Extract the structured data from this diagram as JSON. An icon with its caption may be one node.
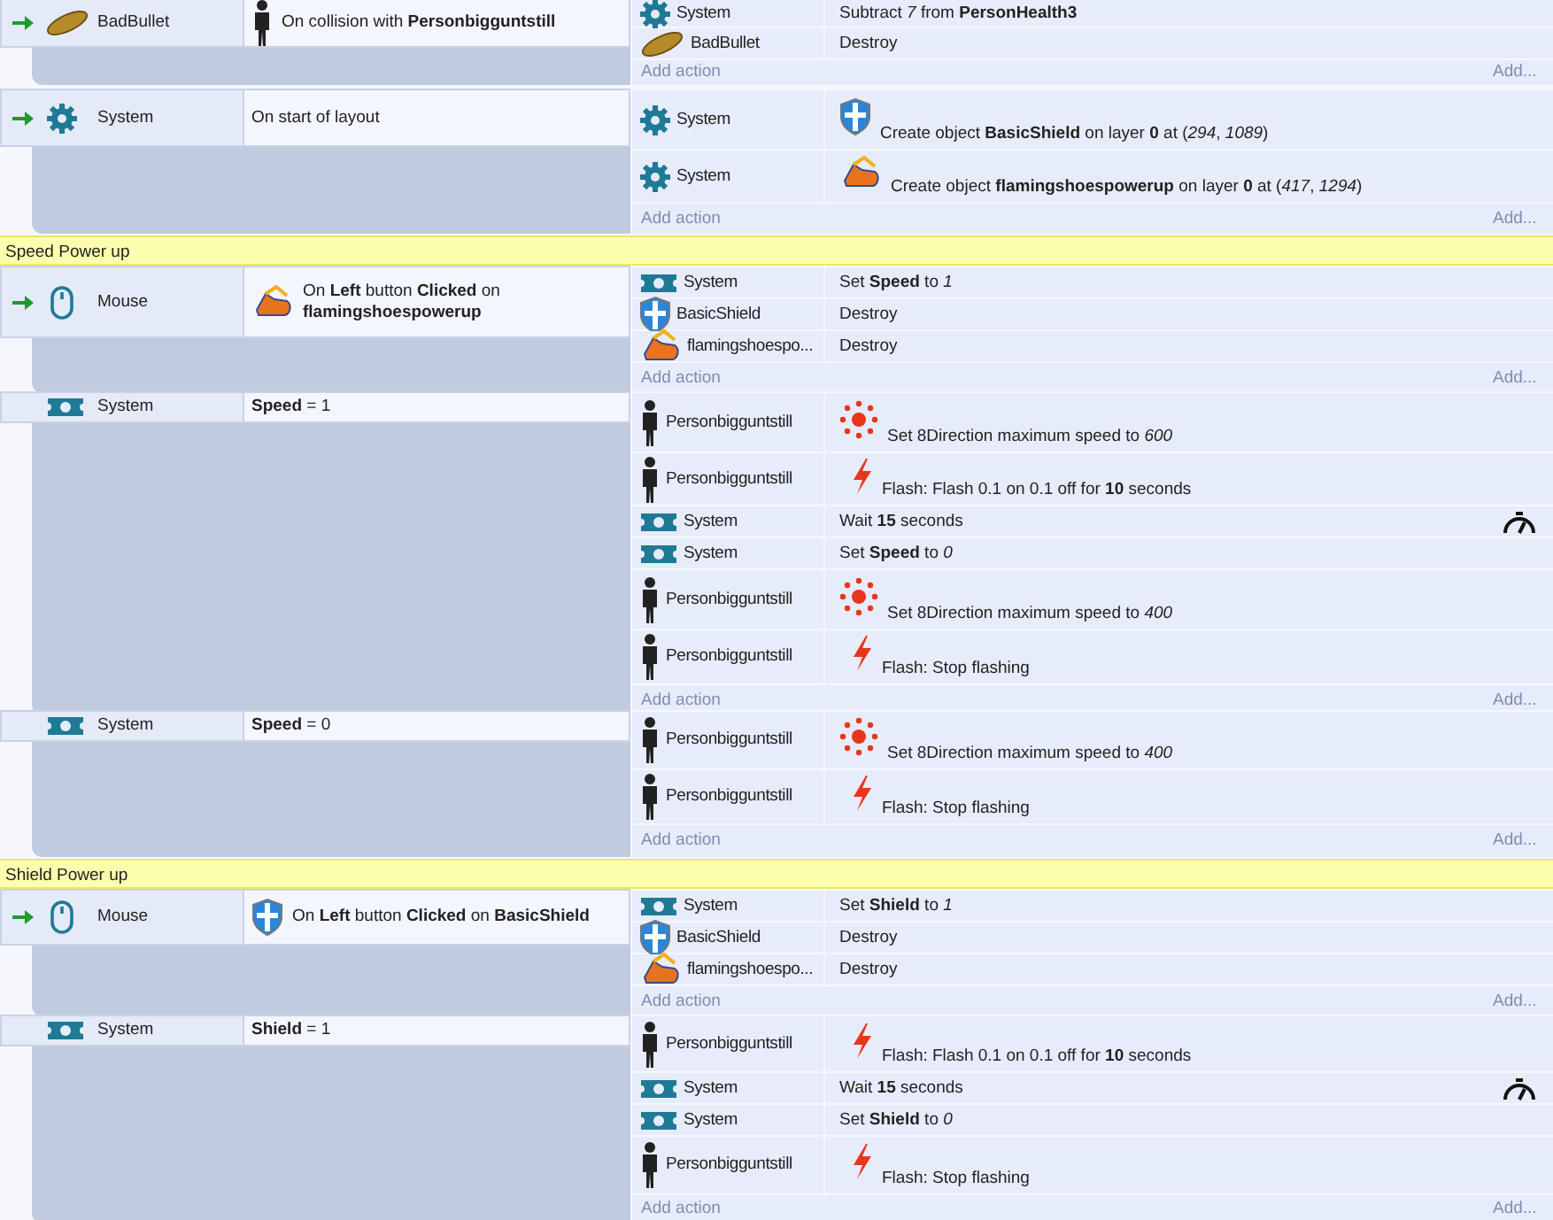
{
  "diagram": {
    "nodes": [
      {
        "text": [
          "BadBullet",
          "On collision with **Personbigguntstill**",
          "System",
          "Subtract *7* from **PersonHealth3**",
          "BadBullet",
          "Destroy",
          "Add action",
          "Add..."
        ]
      },
      {
        "text": [
          "System",
          "On start of layout",
          "System",
          "Create object **BasicShield** on layer **0** at (*294*, *1089*)",
          "System",
          "Create object **flamingshoespowerup** on layer **0** at (*417*, *1294*)",
          "Add action",
          "Add..."
        ]
      },
      {
        "text": [
          "Speed Power up"
        ]
      },
      {
        "text": [
          "Mouse",
          "On **Left** button **Clicked** on **flamingshoespowerup**",
          "System",
          "Set **Speed** to *1*",
          "BasicShield",
          "Destroy",
          "flamingshoespo...",
          "Destroy",
          "Add action",
          "Add..."
        ]
      },
      {
        "text": [
          "System",
          "**Speed** = 1",
          "Personbigguntstill",
          "Set 8Direction maximum speed to *600*",
          "Personbigguntstill",
          "Flash: Flash 0.1 on 0.1 off for **10** seconds",
          "System",
          "Wait **15** seconds",
          "System",
          "Set **Speed** to *0*",
          "Personbigguntstill",
          "Set 8Direction maximum speed to *400*",
          "Personbigguntstill",
          "Flash: Stop flashing",
          "Add action",
          "Add..."
        ]
      },
      {
        "text": [
          "System",
          "**Speed** = 0",
          "Personbigguntstill",
          "Set 8Direction maximum speed to *400*",
          "Personbigguntstill",
          "Flash: Stop flashing",
          "Add action",
          "Add..."
        ]
      },
      {
        "text": [
          "Shield Power up"
        ]
      },
      {
        "text": [
          "Mouse",
          "On **Left** button **Clicked** on **BasicShield**",
          "System",
          "Set **Shield** to *1*",
          "BasicShield",
          "Destroy",
          "flamingshoespo...",
          "Destroy",
          "Add action",
          "Add..."
        ]
      },
      {
        "text": [
          "System",
          "**Shield** = 1",
          "Personbigguntstill",
          "Flash: Flash 0.1 on 0.1 off for **10** seconds",
          "System",
          "Wait **15** seconds",
          "System",
          "Set **Shield** to *0*",
          "Personbigguntstill",
          "Flash: Stop flashing",
          "Add action",
          "Add..."
        ]
      }
    ]
  }
}
